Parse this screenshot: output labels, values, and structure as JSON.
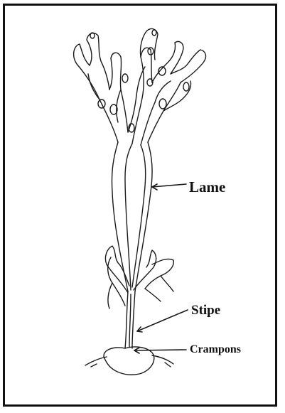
{
  "figure": {
    "labels": {
      "lame": "Lame",
      "stipe": "Stipe",
      "crampons": "Crampons"
    },
    "colors": {
      "line": "#1a1a1a",
      "frame": "#111111",
      "background": "#ffffff"
    }
  }
}
